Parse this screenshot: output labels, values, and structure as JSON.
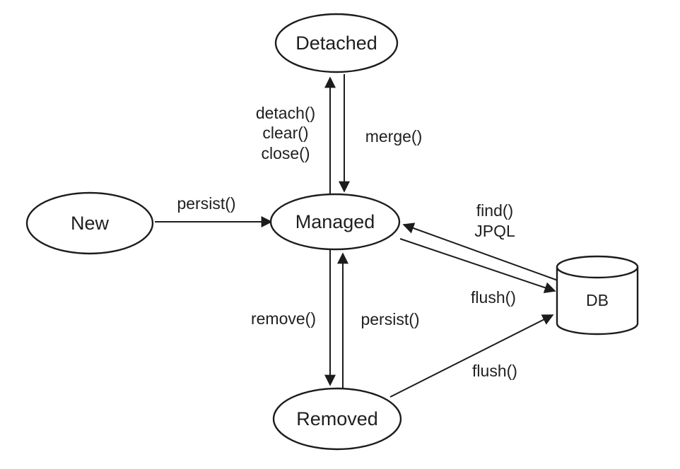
{
  "diagram": {
    "colors": {
      "ink": "#1c1c1c",
      "background": "#ffffff",
      "text": "#1f1f1f"
    },
    "nodes": {
      "new": {
        "label": "New"
      },
      "managed": {
        "label": "Managed"
      },
      "detached": {
        "label": "Detached"
      },
      "removed": {
        "label": "Removed"
      },
      "db": {
        "label": "DB"
      }
    },
    "edges": {
      "persist_new_to_managed": {
        "label": "persist()"
      },
      "detach_managed_to_detached": {
        "line1": "detach()",
        "line2": "clear()",
        "line3": "close()"
      },
      "merge_detached_to_managed": {
        "label": "merge()"
      },
      "remove_managed_to_removed": {
        "label": "remove()"
      },
      "persist_removed_to_managed": {
        "label": "persist()"
      },
      "find_db_to_managed": {
        "line1": "find()",
        "line2": "JPQL"
      },
      "flush_managed_to_db": {
        "label": "flush()"
      },
      "flush_removed_to_db": {
        "label": "flush()"
      }
    }
  }
}
